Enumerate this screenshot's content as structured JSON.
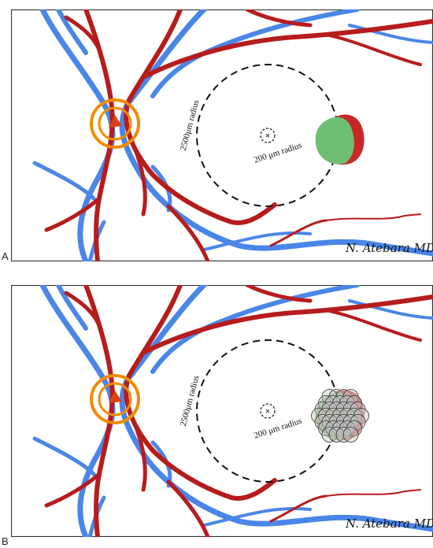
{
  "panels": [
    {
      "letter": "A",
      "outer_circle_label": "2500μm radius",
      "inner_circle_label": "200 μm radius",
      "center_marker": "×",
      "lesion": "treatment area outline (green lesion with red border)",
      "signature": "N. Atebara MD"
    },
    {
      "letter": "B",
      "outer_circle_label": "2500μm radius",
      "inner_circle_label": "200 μm radius",
      "center_marker": "×",
      "lesion": "lesion covered by overlapping laser spots",
      "signature": "N. Atebara MD"
    }
  ],
  "colors": {
    "vein": "#4a86e8",
    "artery": "#b71c1c",
    "optic_disc_ring": "#f08c00",
    "lesion_green": "#6fbf73",
    "lesion_red": "#c62828",
    "spot_fill": "#c8c8c8"
  }
}
